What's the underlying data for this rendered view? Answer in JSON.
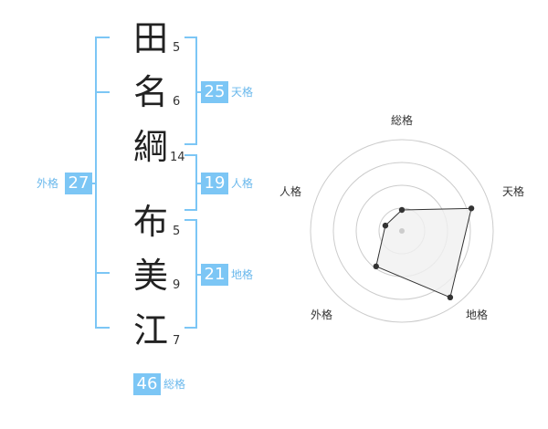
{
  "name": {
    "characters": [
      {
        "char": "田",
        "strokes": "5"
      },
      {
        "char": "名",
        "strokes": "6"
      },
      {
        "char": "綱",
        "strokes": "14"
      },
      {
        "char": "布",
        "strokes": "5"
      },
      {
        "char": "美",
        "strokes": "9"
      },
      {
        "char": "江",
        "strokes": "7"
      }
    ]
  },
  "fortunes": {
    "tenkaku": {
      "value": "25",
      "label": "天格"
    },
    "jinkaku": {
      "value": "19",
      "label": "人格"
    },
    "chikaku": {
      "value": "21",
      "label": "地格"
    },
    "gaikaku": {
      "value": "27",
      "label": "外格"
    },
    "soukaku": {
      "value": "46",
      "label": "総格"
    }
  },
  "radar": {
    "axes": [
      "総格",
      "天格",
      "地格",
      "外格",
      "人格"
    ],
    "values": [
      0.23,
      0.8,
      0.9,
      0.48,
      0.19
    ],
    "colors": {
      "fill": "#f0f0f0",
      "line": "#333333",
      "grid": "#cccccc",
      "center": "#cccccc"
    }
  },
  "colors": {
    "accent": "#7cc6f5"
  }
}
